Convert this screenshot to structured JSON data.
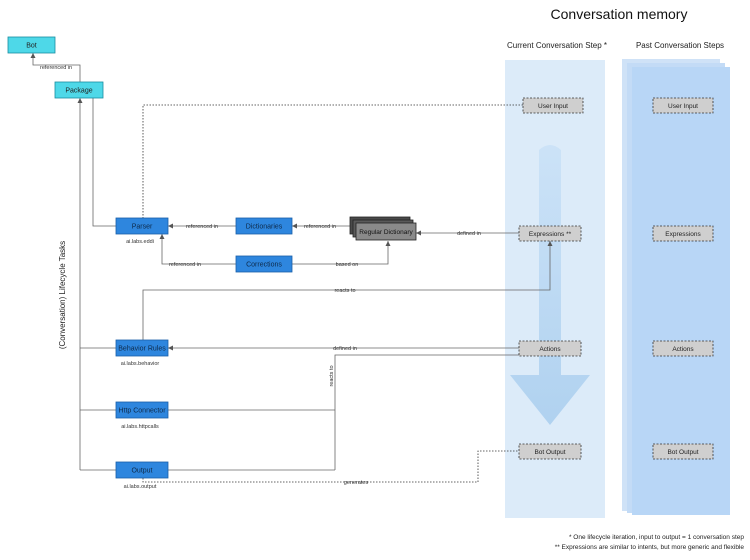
{
  "title": "Conversation memory",
  "columns": {
    "current": "Current Conversation Step *",
    "past": "Past Conversation Steps"
  },
  "side_label": "(Conversation) Lifecycle Tasks",
  "nodes": {
    "bot": "Bot",
    "package": "Package",
    "parser": "Parser",
    "parser_sub": "ai.labs.eddi",
    "dictionaries": "Dictionaries",
    "regular_dictionary": "Regular Dictionary",
    "corrections": "Corrections",
    "behavior_rules": "Behavior Rules",
    "behavior_sub": "ai.labs.behavior",
    "http_connector": "Http Connector",
    "http_sub": "ai.labs.httpcalls",
    "output": "Output",
    "output_sub": "ai.labs.output"
  },
  "current_steps": {
    "user_input": "User Input",
    "expressions": "Expressions **",
    "actions": "Actions",
    "bot_output": "Bot Output"
  },
  "past_steps": {
    "user_input": "User Input",
    "expressions": "Expressions",
    "actions": "Actions",
    "bot_output": "Bot Output"
  },
  "edge_labels": {
    "bot_package": "referenced in",
    "parser_dictionaries": "referenced in",
    "dictionaries_regular": "referenced in",
    "regular_expressions": "defined in",
    "parser_corrections": "referenced in",
    "corrections_regular": "based on",
    "reacts_to_top": "reacts to",
    "actions_behavior": "defined in",
    "reacts_to_vertical": "reacts to",
    "generates": "generates"
  },
  "footnotes": {
    "one": "* One lifecycle iteration, input to output = 1 conversation step",
    "two": "** Expressions are similar to intents, but more generic and flexible"
  }
}
